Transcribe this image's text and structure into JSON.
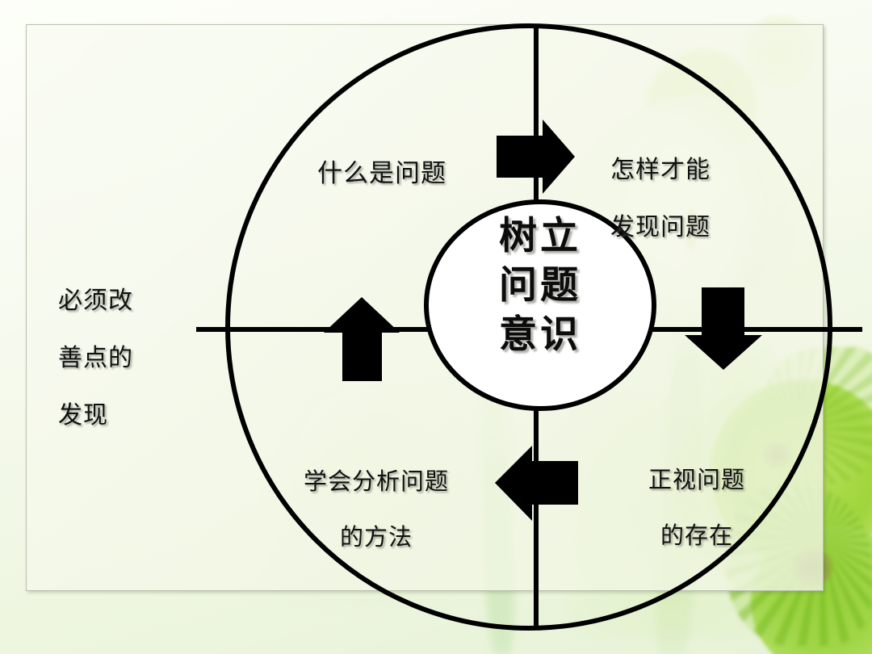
{
  "slide": {
    "background_color": "#f1f6e4",
    "accent_color": "#9fd53c",
    "outline_color": "#000000",
    "panel_border_color": "#b9c2ad"
  },
  "diagram": {
    "type": "cycle",
    "center": {
      "name": "center-concept",
      "lines": [
        "树立",
        "问题",
        "意识"
      ],
      "shape": "ellipse",
      "fill": "#ffffff"
    },
    "quadrant_labels": [
      {
        "id": "what-is-problem",
        "position": "top-left",
        "lines": [
          "什么是问题"
        ]
      },
      {
        "id": "how-to-find",
        "position": "top-right",
        "lines": [
          "怎样才能",
          "发现问题"
        ]
      },
      {
        "id": "face-existence",
        "position": "bottom-right",
        "lines": [
          "正视问题",
          "的存在"
        ]
      },
      {
        "id": "learn-analysis",
        "position": "bottom-left",
        "lines": [
          "学会分析问题",
          "的方法"
        ]
      }
    ],
    "outer_label": {
      "id": "improvement-points",
      "position": "left-outside",
      "lines": [
        "必须改",
        "善点的",
        "发现"
      ]
    },
    "arrows": [
      {
        "id": "arrow-right",
        "direction": "right",
        "icon": "arrow-right-icon"
      },
      {
        "id": "arrow-down",
        "direction": "down",
        "icon": "arrow-down-icon"
      },
      {
        "id": "arrow-left",
        "direction": "left",
        "icon": "arrow-left-icon"
      },
      {
        "id": "arrow-up",
        "direction": "up",
        "icon": "arrow-up-icon"
      }
    ]
  }
}
